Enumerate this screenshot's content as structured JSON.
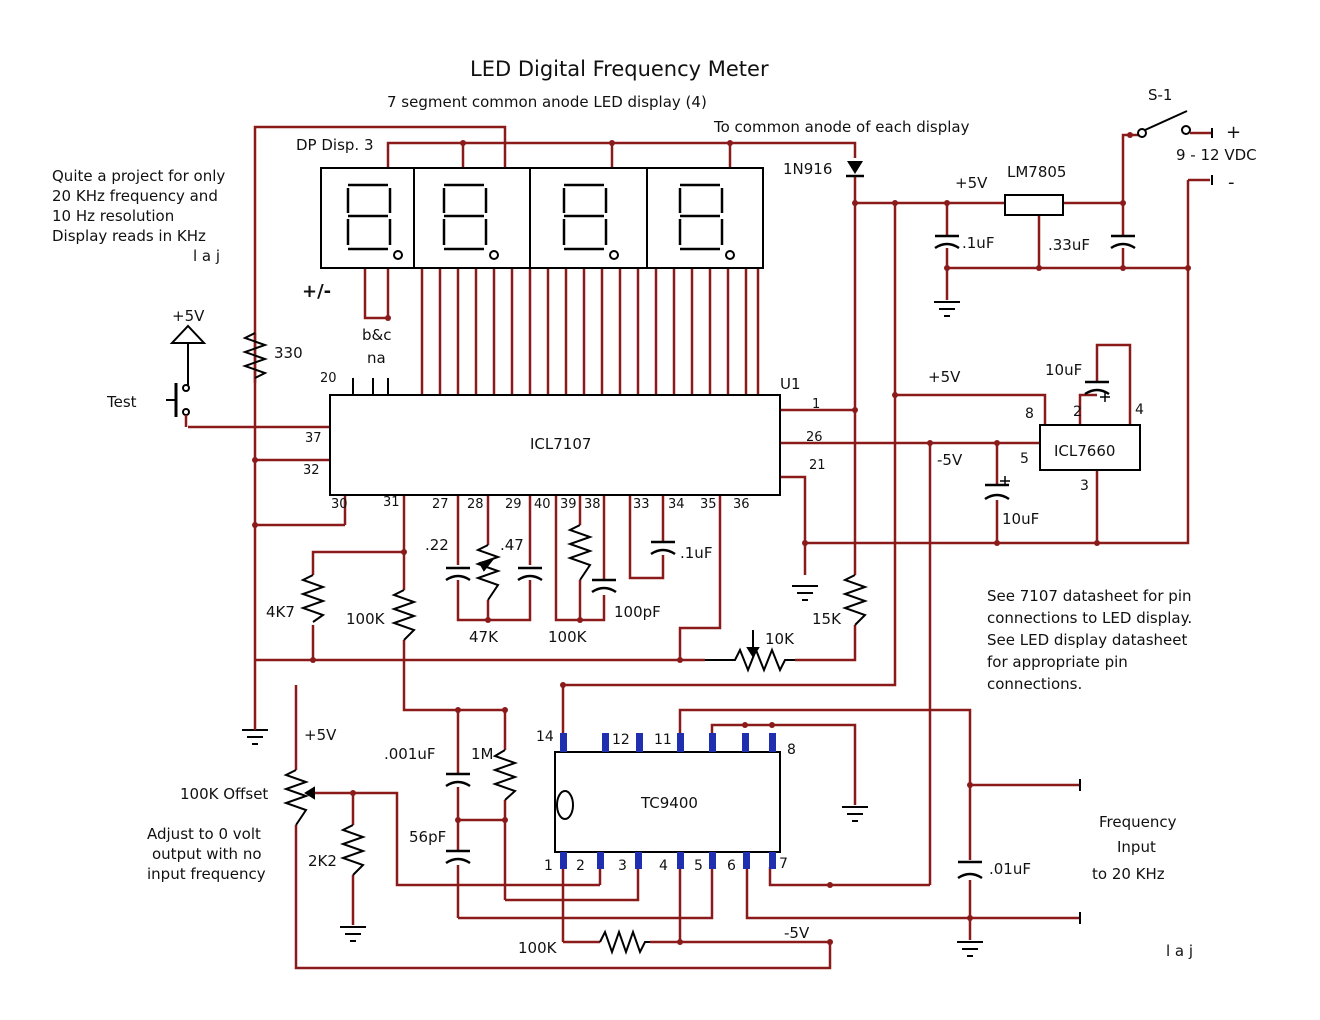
{
  "title": "LED Digital Frequency Meter",
  "subtitle": "7 segment common anode LED display (4)",
  "anode_note": "To common anode of each display",
  "dp_label": "DP Disp. 3",
  "notes": [
    "Quite a project for only",
    "20 KHz   frequency and",
    "10 Hz resolution",
    "Display reads in KHz",
    "l a j"
  ],
  "plus_minus": "+/-",
  "bc_label": "b&c",
  "na_label": "na",
  "diode": "1N916",
  "regulator": "LM7805",
  "switch": "S-1",
  "supply_label": "9 - 12  VDC",
  "supply_plus": "+",
  "supply_minus": "-",
  "plus5_a": "+5V",
  "plus5_b": "+5V",
  "plus5_c": "+5V",
  "plus5_d": "+5V",
  "minus5_a": "-5V",
  "minus5_b": "-5V",
  "cap_01": ".1uF",
  "cap_33": ".33uF",
  "cap_10a": "10uF",
  "cap_10b": "10uF",
  "cap_22": ".22",
  "cap_47": ".47",
  "cap_1u": ".1uF",
  "cap_100p": "100pF",
  "cap_001": ".001uF",
  "cap_56p": "56pF",
  "cap_01b": ".01uF",
  "r_330": "330",
  "r_4k7": "4K7",
  "r_100k_a": "100K",
  "r_47k": "47K",
  "r_100k_b": "100K",
  "r_10k": "10K",
  "r_15k": "15K",
  "r_1m": "1M",
  "r_2k2": "2K2",
  "r_100k_c": "100K",
  "offset_label": "100K Offset",
  "adjust_note": [
    "Adjust to 0 volt",
    "output with no",
    "input frequency"
  ],
  "test_label": "Test",
  "u1_label": "U1",
  "ic1": "ICL7107",
  "ic2": "ICL7660",
  "ic3": "TC9400",
  "icl7107_pins": {
    "p20": "20",
    "p37": "37",
    "p32": "32",
    "p30": "30",
    "p31": "31",
    "p27": "27",
    "p28": "28",
    "p29": "29",
    "p40": "40",
    "p39": "39",
    "p38": "38",
    "p33": "33",
    "p34": "34",
    "p35": "35",
    "p36": "36",
    "p1": "1",
    "p26": "26",
    "p21": "21"
  },
  "icl7660_pins": {
    "p8": "8",
    "p2": "2",
    "p4": "4",
    "p5": "5",
    "p3": "3"
  },
  "tc9400_pins": {
    "p14": "14",
    "p12": "12",
    "p11": "11",
    "p8": "8",
    "p1": "1",
    "p2": "2",
    "p3": "3",
    "p4": "4",
    "p5": "5",
    "p6": "6",
    "p7": "7"
  },
  "datasheet_note": [
    "See 7107 datasheet for pin",
    "connections to LED display.",
    "See LED display datasheet",
    "for appropriate pin",
    "connections."
  ],
  "freq_label": [
    "Frequency",
    "Input",
    "to 20 KHz"
  ],
  "signature": "l a j",
  "colors": {
    "wire": "#8b1a1a",
    "pin": "#1f2fb0",
    "line": "#000000"
  }
}
